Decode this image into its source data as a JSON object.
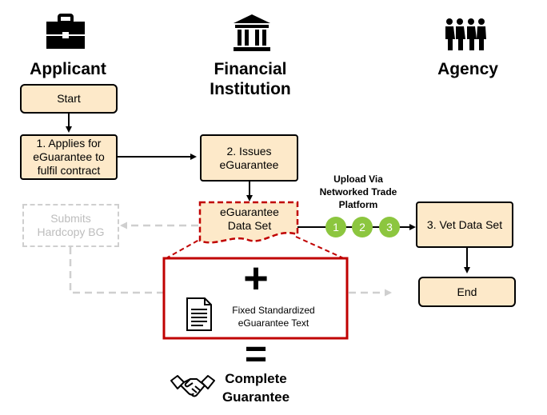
{
  "lanes": {
    "applicant": "Applicant",
    "financial_institution": "Financial Institution",
    "agency": "Agency"
  },
  "nodes": {
    "start": "Start",
    "applies": "1. Applies for eGuarantee to fulfil contract",
    "issues": "2. Issues eGuarantee",
    "data_set": "eGuarantee Data Set",
    "submits_hardcopy": "Submits Hardcopy BG",
    "vet": "3. Vet Data Set",
    "end": "End"
  },
  "upload": {
    "label": "Upload Via Networked Trade Platform",
    "steps": [
      "1",
      "2",
      "3"
    ]
  },
  "expansion": {
    "plus": "+",
    "fixed_text": "Fixed Standardized eGuarantee Text",
    "equals": "=",
    "result": "Complete Guarantee"
  },
  "icons": {
    "applicant": "briefcase-icon",
    "financial_institution": "bank-building-icon",
    "agency": "people-group-icon",
    "document": "document-icon",
    "handshake": "handshake-icon"
  },
  "colors": {
    "box_fill": "#fde9c9",
    "accent_red": "#c00000",
    "step_green": "#8cc63f",
    "ghost_gray": "#cfcfcf"
  }
}
